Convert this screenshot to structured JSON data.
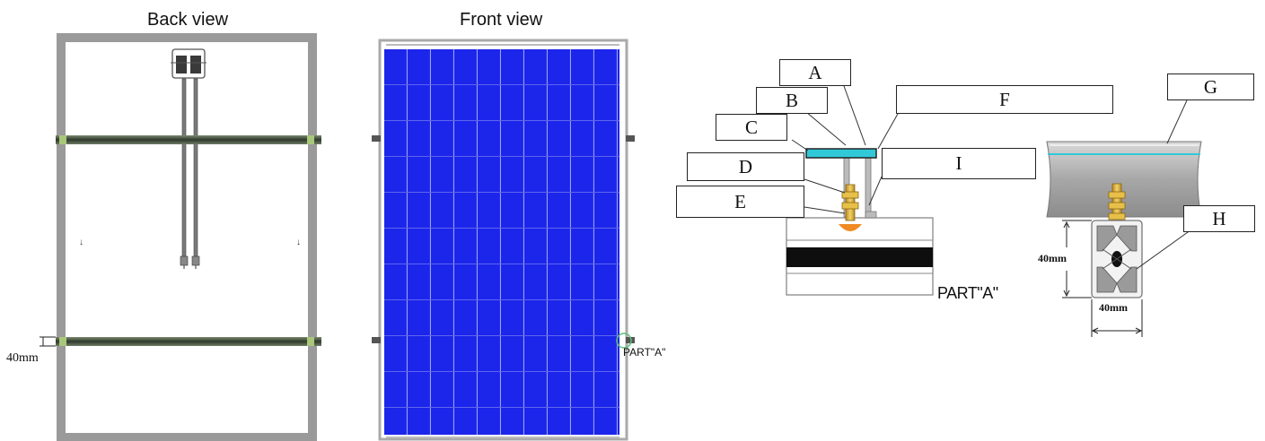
{
  "back_view": {
    "title": "Back view",
    "dimension_label": "40mm"
  },
  "front_view": {
    "title": "Front view",
    "part_callout": "PART\"A\""
  },
  "detail_part_a": {
    "part_label": "PART\"A\""
  },
  "detail_cross_section": {
    "height_label": "40mm",
    "width_label": "40mm"
  },
  "callouts": {
    "A": "A",
    "B": "B",
    "C": "C",
    "D": "D",
    "E": "E",
    "F": "",
    "F_letter": "F",
    "G": "G",
    "H": "H",
    "I": "I"
  },
  "colors": {
    "frame": "#9a9a9a",
    "rail": "#3f4a3a",
    "cell": "#1a23e6",
    "cell_line": "#8d93f0",
    "glass": "#31c9d8",
    "bolt": "#e0b43c",
    "nut": "#e38a2a",
    "profile": "#c8c8c8"
  }
}
